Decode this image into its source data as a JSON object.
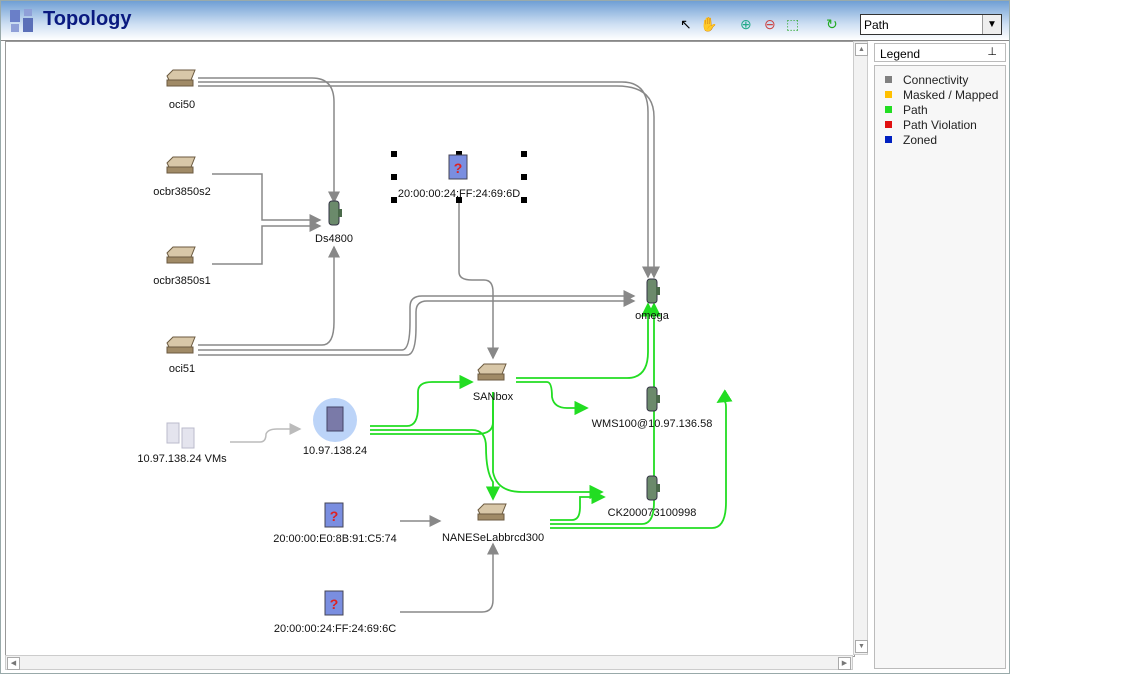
{
  "header": {
    "title": "Topology",
    "view_select": "Path"
  },
  "toolbar": {
    "icons": [
      "pointer-icon",
      "hand-pan-icon",
      "zoom-in-icon",
      "zoom-out-icon",
      "fit-to-window-icon",
      "refresh-icon"
    ]
  },
  "legend": {
    "title": "Legend",
    "items": [
      {
        "label": "Connectivity",
        "color": "#808080"
      },
      {
        "label": "Masked / Mapped",
        "color": "#ffc000"
      },
      {
        "label": "Path",
        "color": "#22dd22"
      },
      {
        "label": "Path Violation",
        "color": "#e01010"
      },
      {
        "label": "Zoned",
        "color": "#0020c0"
      }
    ]
  },
  "nodes": {
    "oci50": "oci50",
    "ocbr3850s2": "ocbr3850s2",
    "ocbr3850s1": "ocbr3850s1",
    "oci51": "oci51",
    "ds4800": "Ds4800",
    "unknown1": "20:00:00:24:FF:24:69:6D",
    "omega": "omega",
    "sanbox": "SANbox",
    "wms": "WMS100@10.97.136.58",
    "ck": "CK200073100998",
    "nane": "NANESeLabbrcd300",
    "vms": "10.97.138.24 VMs",
    "host": "10.97.138.24",
    "unknown2": "20:00:00:E0:8B:91:C5:74",
    "unknown3": "20:00:00:24:FF:24:69:6C"
  }
}
